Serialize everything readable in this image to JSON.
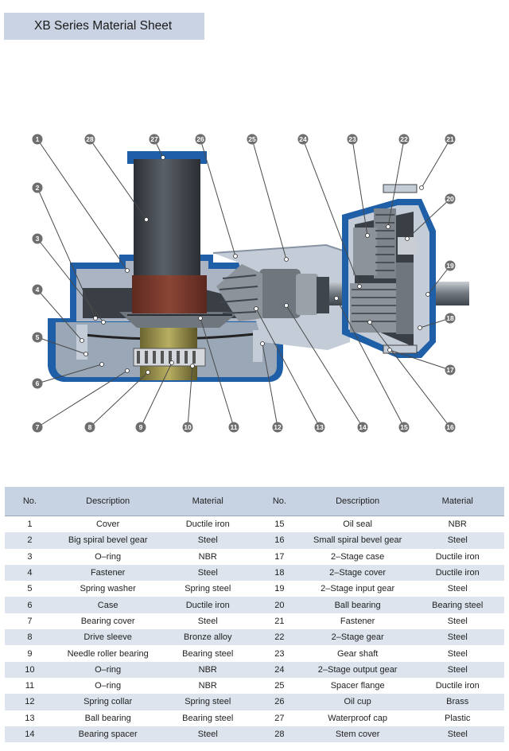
{
  "title": "XB Series Material Sheet",
  "table": {
    "headers": {
      "no": "No.",
      "description": "Description",
      "material": "Material"
    },
    "rows": [
      {
        "left": {
          "no": "1",
          "description": "Cover",
          "material": "Ductile iron"
        },
        "right": {
          "no": "15",
          "description": "Oil seal",
          "material": "NBR"
        }
      },
      {
        "left": {
          "no": "2",
          "description": "Big spiral bevel gear",
          "material": "Steel"
        },
        "right": {
          "no": "16",
          "description": "Small spiral bevel gear",
          "material": "Steel"
        }
      },
      {
        "left": {
          "no": "3",
          "description": "O–ring",
          "material": "NBR"
        },
        "right": {
          "no": "17",
          "description": "2–Stage case",
          "material": "Ductile iron"
        }
      },
      {
        "left": {
          "no": "4",
          "description": "Fastener",
          "material": "Steel"
        },
        "right": {
          "no": "18",
          "description": "2–Stage cover",
          "material": "Ductile iron"
        }
      },
      {
        "left": {
          "no": "5",
          "description": "Spring washer",
          "material": "Spring steel"
        },
        "right": {
          "no": "19",
          "description": "2–Stage input gear",
          "material": "Steel"
        }
      },
      {
        "left": {
          "no": "6",
          "description": "Case",
          "material": "Ductile iron"
        },
        "right": {
          "no": "20",
          "description": "Ball bearing",
          "material": "Bearing steel"
        }
      },
      {
        "left": {
          "no": "7",
          "description": "Bearing cover",
          "material": "Steel"
        },
        "right": {
          "no": "21",
          "description": "Fastener",
          "material": "Steel"
        }
      },
      {
        "left": {
          "no": "8",
          "description": "Drive sleeve",
          "material": "Bronze alloy"
        },
        "right": {
          "no": "22",
          "description": "2–Stage gear",
          "material": "Steel"
        }
      },
      {
        "left": {
          "no": "9",
          "description": "Needle roller bearing",
          "material": "Bearing steel"
        },
        "right": {
          "no": "23",
          "description": "Gear shaft",
          "material": "Steel"
        }
      },
      {
        "left": {
          "no": "10",
          "description": "O–ring",
          "material": "NBR"
        },
        "right": {
          "no": "24",
          "description": "2–Stage output gear",
          "material": "Steel"
        }
      },
      {
        "left": {
          "no": "11",
          "description": "O–ring",
          "material": "NBR"
        },
        "right": {
          "no": "25",
          "description": "Spacer flange",
          "material": "Ductile iron"
        }
      },
      {
        "left": {
          "no": "12",
          "description": "Spring collar",
          "material": "Spring steel"
        },
        "right": {
          "no": "26",
          "description": "Oil cup",
          "material": "Brass"
        }
      },
      {
        "left": {
          "no": "13",
          "description": "Ball bearing",
          "material": "Bearing steel"
        },
        "right": {
          "no": "27",
          "description": "Waterproof cap",
          "material": "Plastic"
        }
      },
      {
        "left": {
          "no": "14",
          "description": "Bearing spacer",
          "material": "Steel"
        },
        "right": {
          "no": "28",
          "description": "Stem cover",
          "material": "Steel"
        }
      }
    ]
  },
  "diagram": {
    "callouts": [
      "1",
      "2",
      "3",
      "4",
      "5",
      "6",
      "7",
      "8",
      "9",
      "10",
      "11",
      "12",
      "13",
      "14",
      "15",
      "16",
      "17",
      "18",
      "19",
      "20",
      "21",
      "22",
      "23",
      "24",
      "25",
      "26",
      "27",
      "28"
    ],
    "colors": {
      "housing_blue": "#1f5fa8",
      "housing_grey": "#9aa7b7",
      "housing_light": "#c4ccd7",
      "stem_dark": "#3a3f45",
      "bronze": "#7a3b2e",
      "gear_steel": "#8d939a",
      "callout_circle": "#6e6e6e"
    }
  }
}
